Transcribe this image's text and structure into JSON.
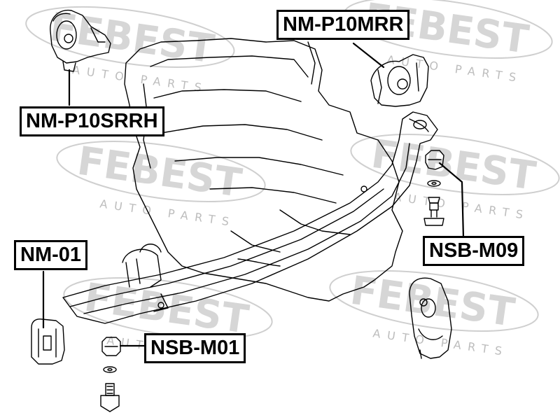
{
  "watermark": {
    "brand": "FEBEST",
    "sub": "AUTO PARTS"
  },
  "labels": {
    "nm_p10mrr": "NM-P10MRR",
    "nm_p10srrh": "NM-P10SRRH",
    "nsb_m09": "NSB-M09",
    "nm_01": "NM-01",
    "nsb_m01": "NSB-M01"
  },
  "colors": {
    "line": "#000000",
    "watermark": "#d8d8d8",
    "background": "#ffffff"
  },
  "icons": [
    "engine-outline",
    "crossmember-subframe",
    "engine-mount",
    "bolt",
    "nut",
    "washer"
  ]
}
